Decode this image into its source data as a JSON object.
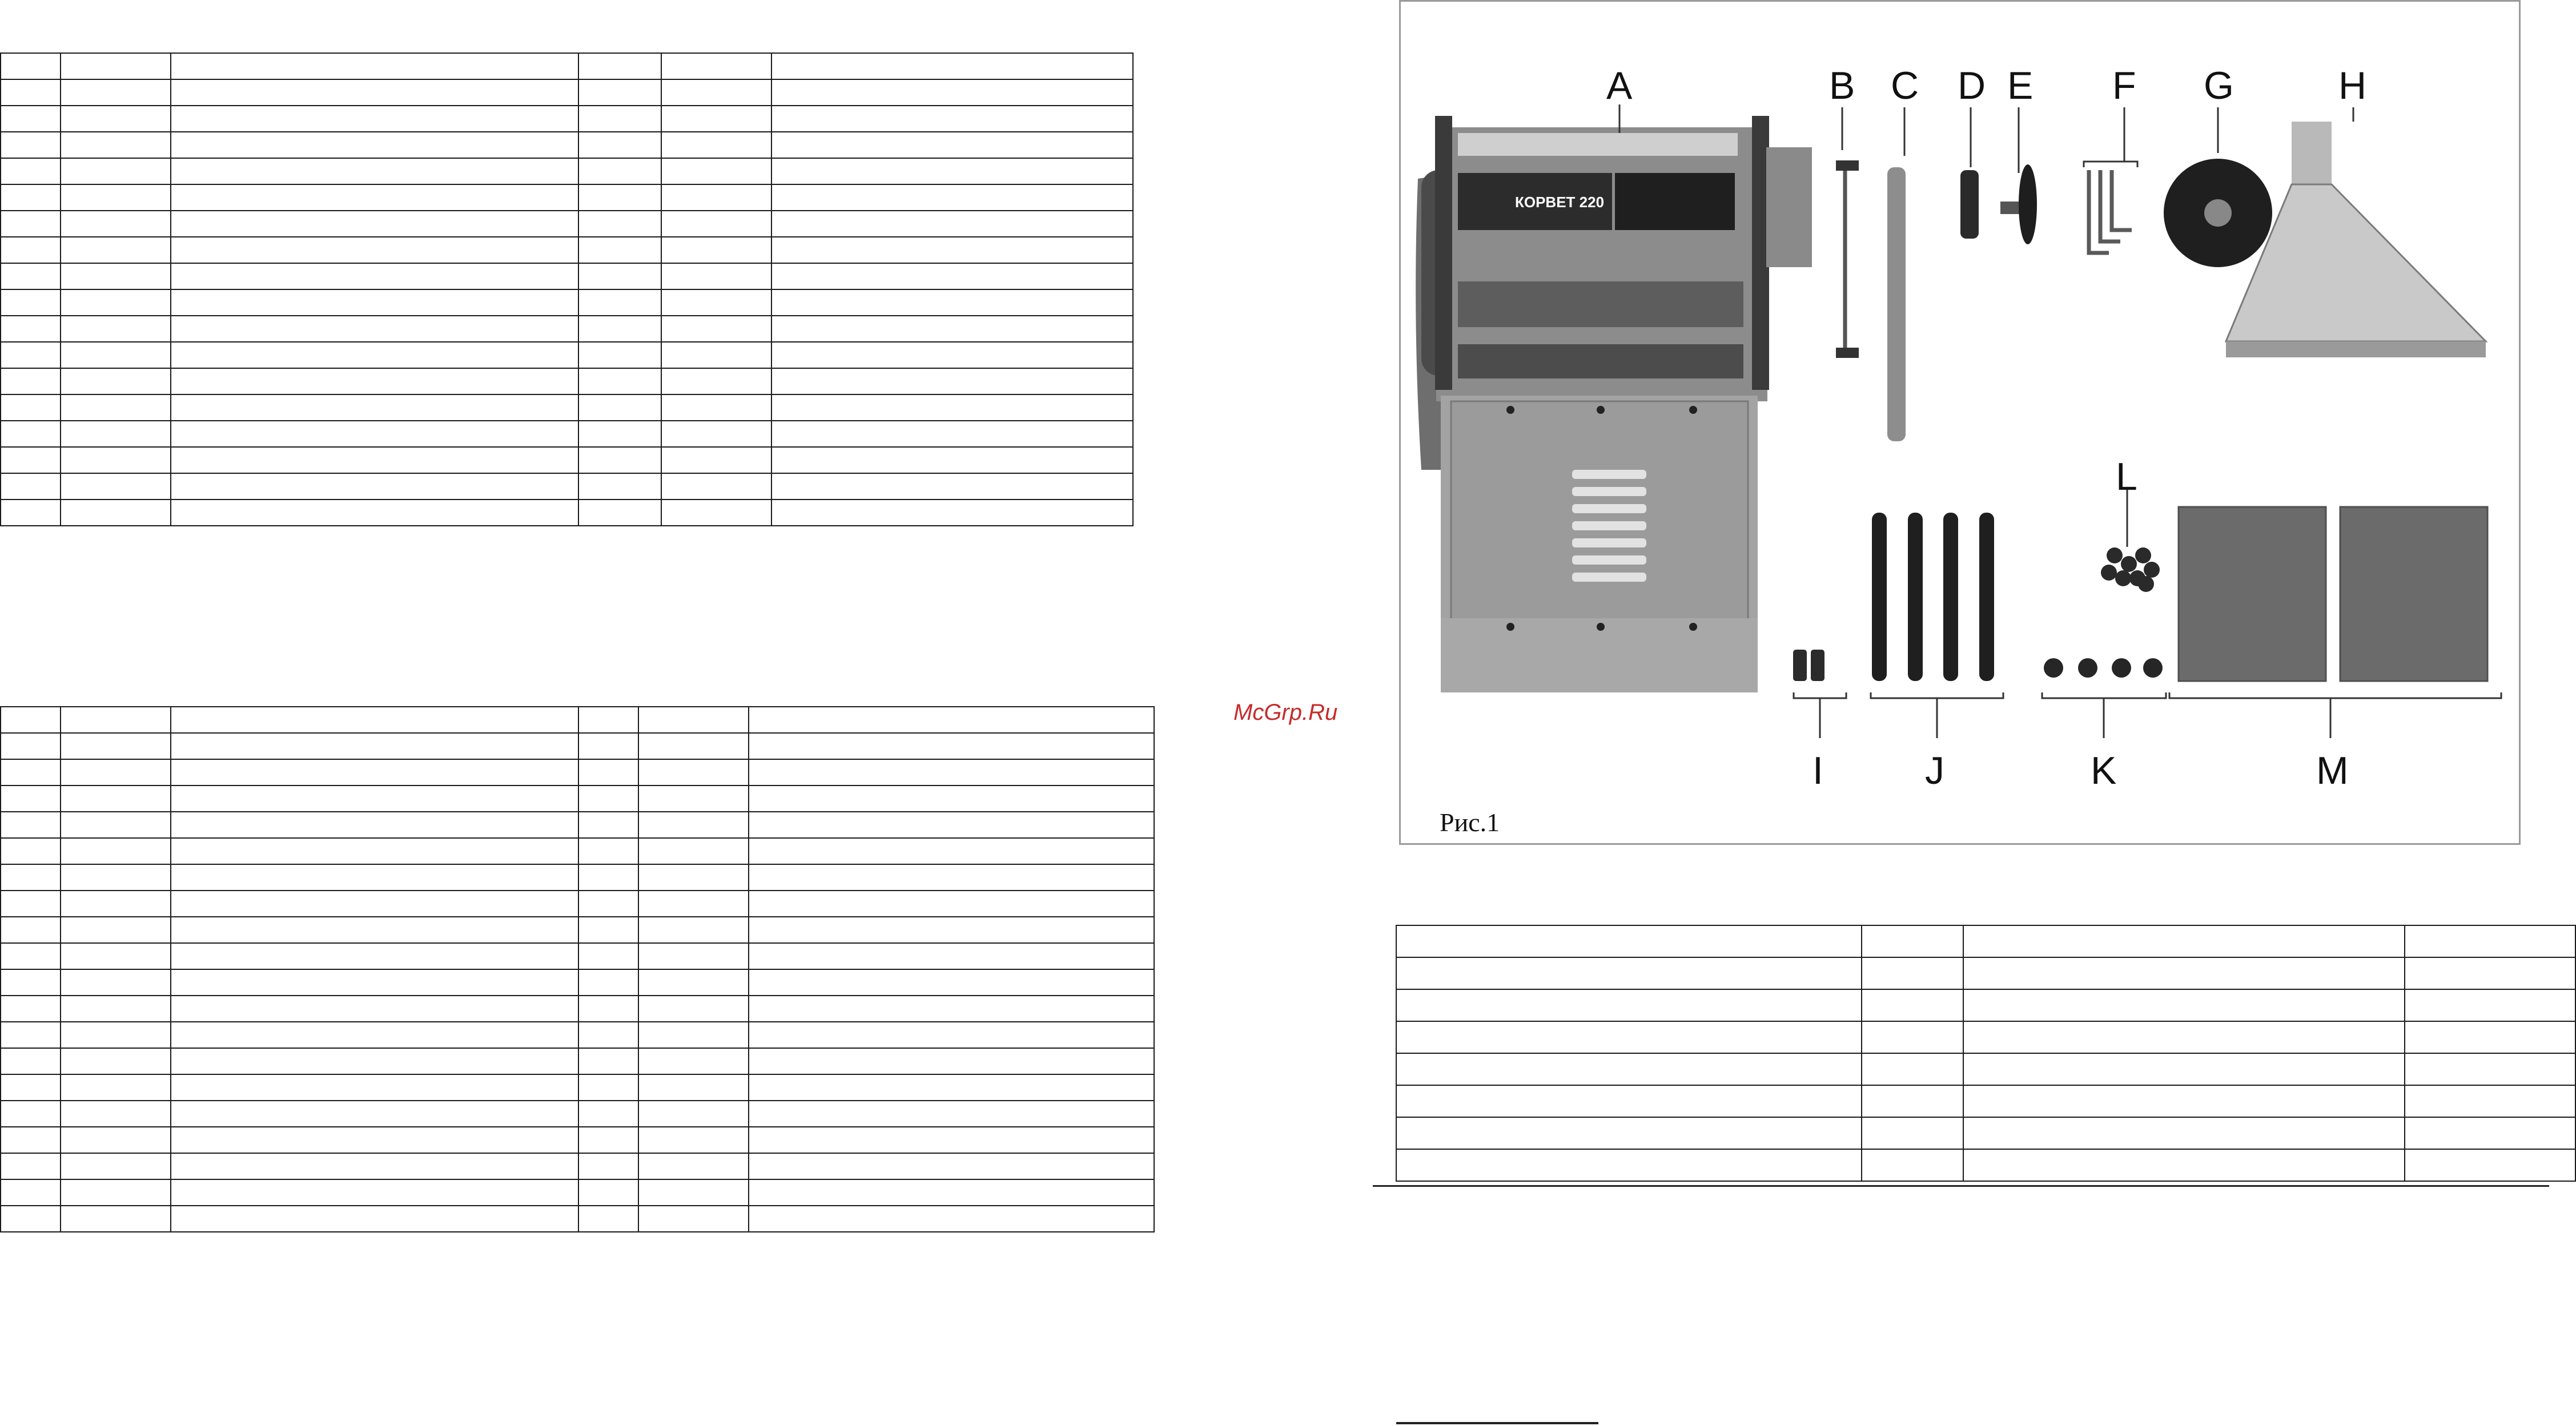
{
  "watermark": "McGrp.Ru",
  "figure": {
    "caption": "Рис.1",
    "brand_label": "КОРВЕТ 220",
    "parts": [
      "A",
      "B",
      "C",
      "D",
      "E",
      "F",
      "G",
      "H",
      "I",
      "J",
      "K",
      "L",
      "M"
    ]
  },
  "tables": {
    "table1": {
      "columns": 6,
      "rows": 18
    },
    "table2": {
      "columns": 6,
      "rows": 20
    },
    "table3": {
      "columns": 4,
      "rows": 8
    }
  },
  "colors": {
    "frame": "#9a9a9a",
    "watermark": "#c62b2b",
    "machine_body": "#9f9f9f",
    "dark_parts": "#2a2a2a"
  }
}
